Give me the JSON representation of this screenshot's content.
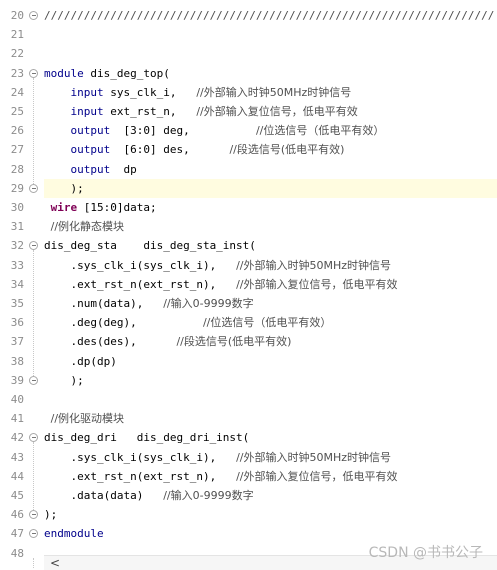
{
  "editor": {
    "lines": [
      {
        "n": "20",
        "segs": [
          {
            "c": "cm",
            "t": "////////////////////////////////////////////////////////////////////"
          }
        ],
        "fold": "start"
      },
      {
        "n": "21",
        "segs": []
      },
      {
        "n": "22",
        "segs": []
      },
      {
        "n": "23",
        "segs": [
          {
            "c": "kw",
            "t": "module"
          },
          {
            "c": "",
            "t": " dis_deg_top("
          }
        ],
        "fold": "start"
      },
      {
        "n": "24",
        "segs": [
          {
            "c": "",
            "t": "    "
          },
          {
            "c": "kw",
            "t": "input"
          },
          {
            "c": "",
            "t": " sys_clk_i,   "
          },
          {
            "c": "cmt",
            "t": "//外部输入时钟50MHz时钟信号"
          }
        ]
      },
      {
        "n": "25",
        "segs": [
          {
            "c": "",
            "t": "    "
          },
          {
            "c": "kw",
            "t": "input"
          },
          {
            "c": "",
            "t": " ext_rst_n,   "
          },
          {
            "c": "cmt",
            "t": "//外部输入复位信号，低电平有效"
          }
        ]
      },
      {
        "n": "26",
        "segs": [
          {
            "c": "",
            "t": "    "
          },
          {
            "c": "kw",
            "t": "output"
          },
          {
            "c": "",
            "t": "  [3:0] deg,          "
          },
          {
            "c": "cmt",
            "t": "//位选信号（低电平有效）"
          }
        ]
      },
      {
        "n": "27",
        "segs": [
          {
            "c": "",
            "t": "    "
          },
          {
            "c": "kw",
            "t": "output"
          },
          {
            "c": "",
            "t": "  [6:0] des,      "
          },
          {
            "c": "cmt",
            "t": "//段选信号(低电平有效)"
          }
        ]
      },
      {
        "n": "28",
        "segs": [
          {
            "c": "",
            "t": "    "
          },
          {
            "c": "kw",
            "t": "output"
          },
          {
            "c": "",
            "t": "  dp"
          }
        ]
      },
      {
        "n": "29",
        "segs": [
          {
            "c": "",
            "t": "    );"
          }
        ],
        "fold": "end",
        "current": true
      },
      {
        "n": "30",
        "segs": [
          {
            "c": "",
            "t": " "
          },
          {
            "c": "kwb",
            "t": "wire"
          },
          {
            "c": "",
            "t": " [15:0]data;"
          }
        ]
      },
      {
        "n": "31",
        "segs": [
          {
            "c": "",
            "t": " "
          },
          {
            "c": "cmt",
            "t": "//例化静态模块"
          }
        ]
      },
      {
        "n": "32",
        "segs": [
          {
            "c": "",
            "t": "dis_deg_sta    dis_deg_sta_inst("
          }
        ],
        "fold": "start"
      },
      {
        "n": "33",
        "segs": [
          {
            "c": "",
            "t": "    .sys_clk_i(sys_clk_i),   "
          },
          {
            "c": "cmt",
            "t": "//外部输入时钟50MHz时钟信号"
          }
        ]
      },
      {
        "n": "34",
        "segs": [
          {
            "c": "",
            "t": "    .ext_rst_n(ext_rst_n),   "
          },
          {
            "c": "cmt",
            "t": "//外部输入复位信号，低电平有效"
          }
        ]
      },
      {
        "n": "35",
        "segs": [
          {
            "c": "",
            "t": "    .num(data),   "
          },
          {
            "c": "cmt",
            "t": "//输入0-9999数字"
          }
        ]
      },
      {
        "n": "36",
        "segs": [
          {
            "c": "",
            "t": "    .deg(deg),          "
          },
          {
            "c": "cmt",
            "t": "//位选信号（低电平有效）"
          }
        ]
      },
      {
        "n": "37",
        "segs": [
          {
            "c": "",
            "t": "    .des(des),      "
          },
          {
            "c": "cmt",
            "t": "//段选信号(低电平有效)"
          }
        ]
      },
      {
        "n": "38",
        "segs": [
          {
            "c": "",
            "t": "    .dp(dp)"
          }
        ]
      },
      {
        "n": "39",
        "segs": [
          {
            "c": "",
            "t": "    );"
          }
        ],
        "fold": "end"
      },
      {
        "n": "40",
        "segs": []
      },
      {
        "n": "41",
        "segs": [
          {
            "c": "",
            "t": " "
          },
          {
            "c": "cmt",
            "t": "//例化驱动模块"
          }
        ]
      },
      {
        "n": "42",
        "segs": [
          {
            "c": "",
            "t": "dis_deg_dri   dis_deg_dri_inst("
          }
        ],
        "fold": "start"
      },
      {
        "n": "43",
        "segs": [
          {
            "c": "",
            "t": "    .sys_clk_i(sys_clk_i),   "
          },
          {
            "c": "cmt",
            "t": "//外部输入时钟50MHz时钟信号"
          }
        ]
      },
      {
        "n": "44",
        "segs": [
          {
            "c": "",
            "t": "    .ext_rst_n(ext_rst_n),   "
          },
          {
            "c": "cmt",
            "t": "//外部输入复位信号，低电平有效"
          }
        ]
      },
      {
        "n": "45",
        "segs": [
          {
            "c": "",
            "t": "    .data(data)   "
          },
          {
            "c": "cmt",
            "t": "//输入0-9999数字"
          }
        ]
      },
      {
        "n": "46",
        "segs": [
          {
            "c": "",
            "t": ");"
          }
        ],
        "fold": "end"
      },
      {
        "n": "47",
        "segs": [
          {
            "c": "kw",
            "t": "endmodule"
          }
        ],
        "fold": "end"
      },
      {
        "n": "48",
        "segs": []
      }
    ]
  },
  "scrollbar": {
    "left_arrow": "<"
  },
  "watermark": "CSDN @书书公子"
}
